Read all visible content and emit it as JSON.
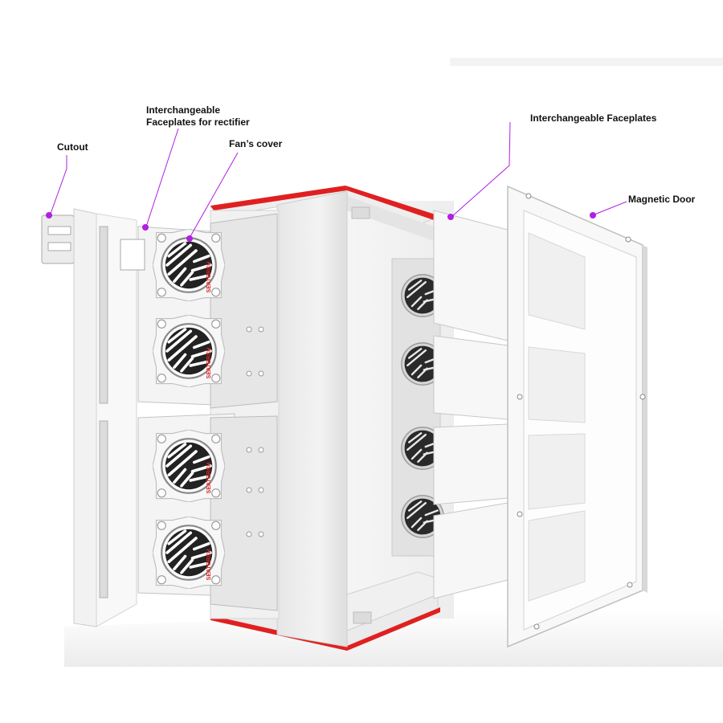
{
  "callouts": {
    "cutout": "Cutout",
    "rectifier_faceplates_line1": "Interchangeable",
    "rectifier_faceplates_line2": "Faceplates for rectifier",
    "fans_cover": "Fan’s cover",
    "interchangeable_faceplates": "Interchangeable Faceplates",
    "magnetic_door": "Magnetic Door"
  },
  "fan_grille_text": "SEATORCH",
  "colors": {
    "accent_red": "#e02020",
    "callout_magenta": "#b020e0",
    "panel_white": "#f4f4f4",
    "shadow_grey": "#dcdcdc"
  },
  "icons": [
    "fan-icon",
    "callout-dot-icon",
    "screw-icon"
  ]
}
